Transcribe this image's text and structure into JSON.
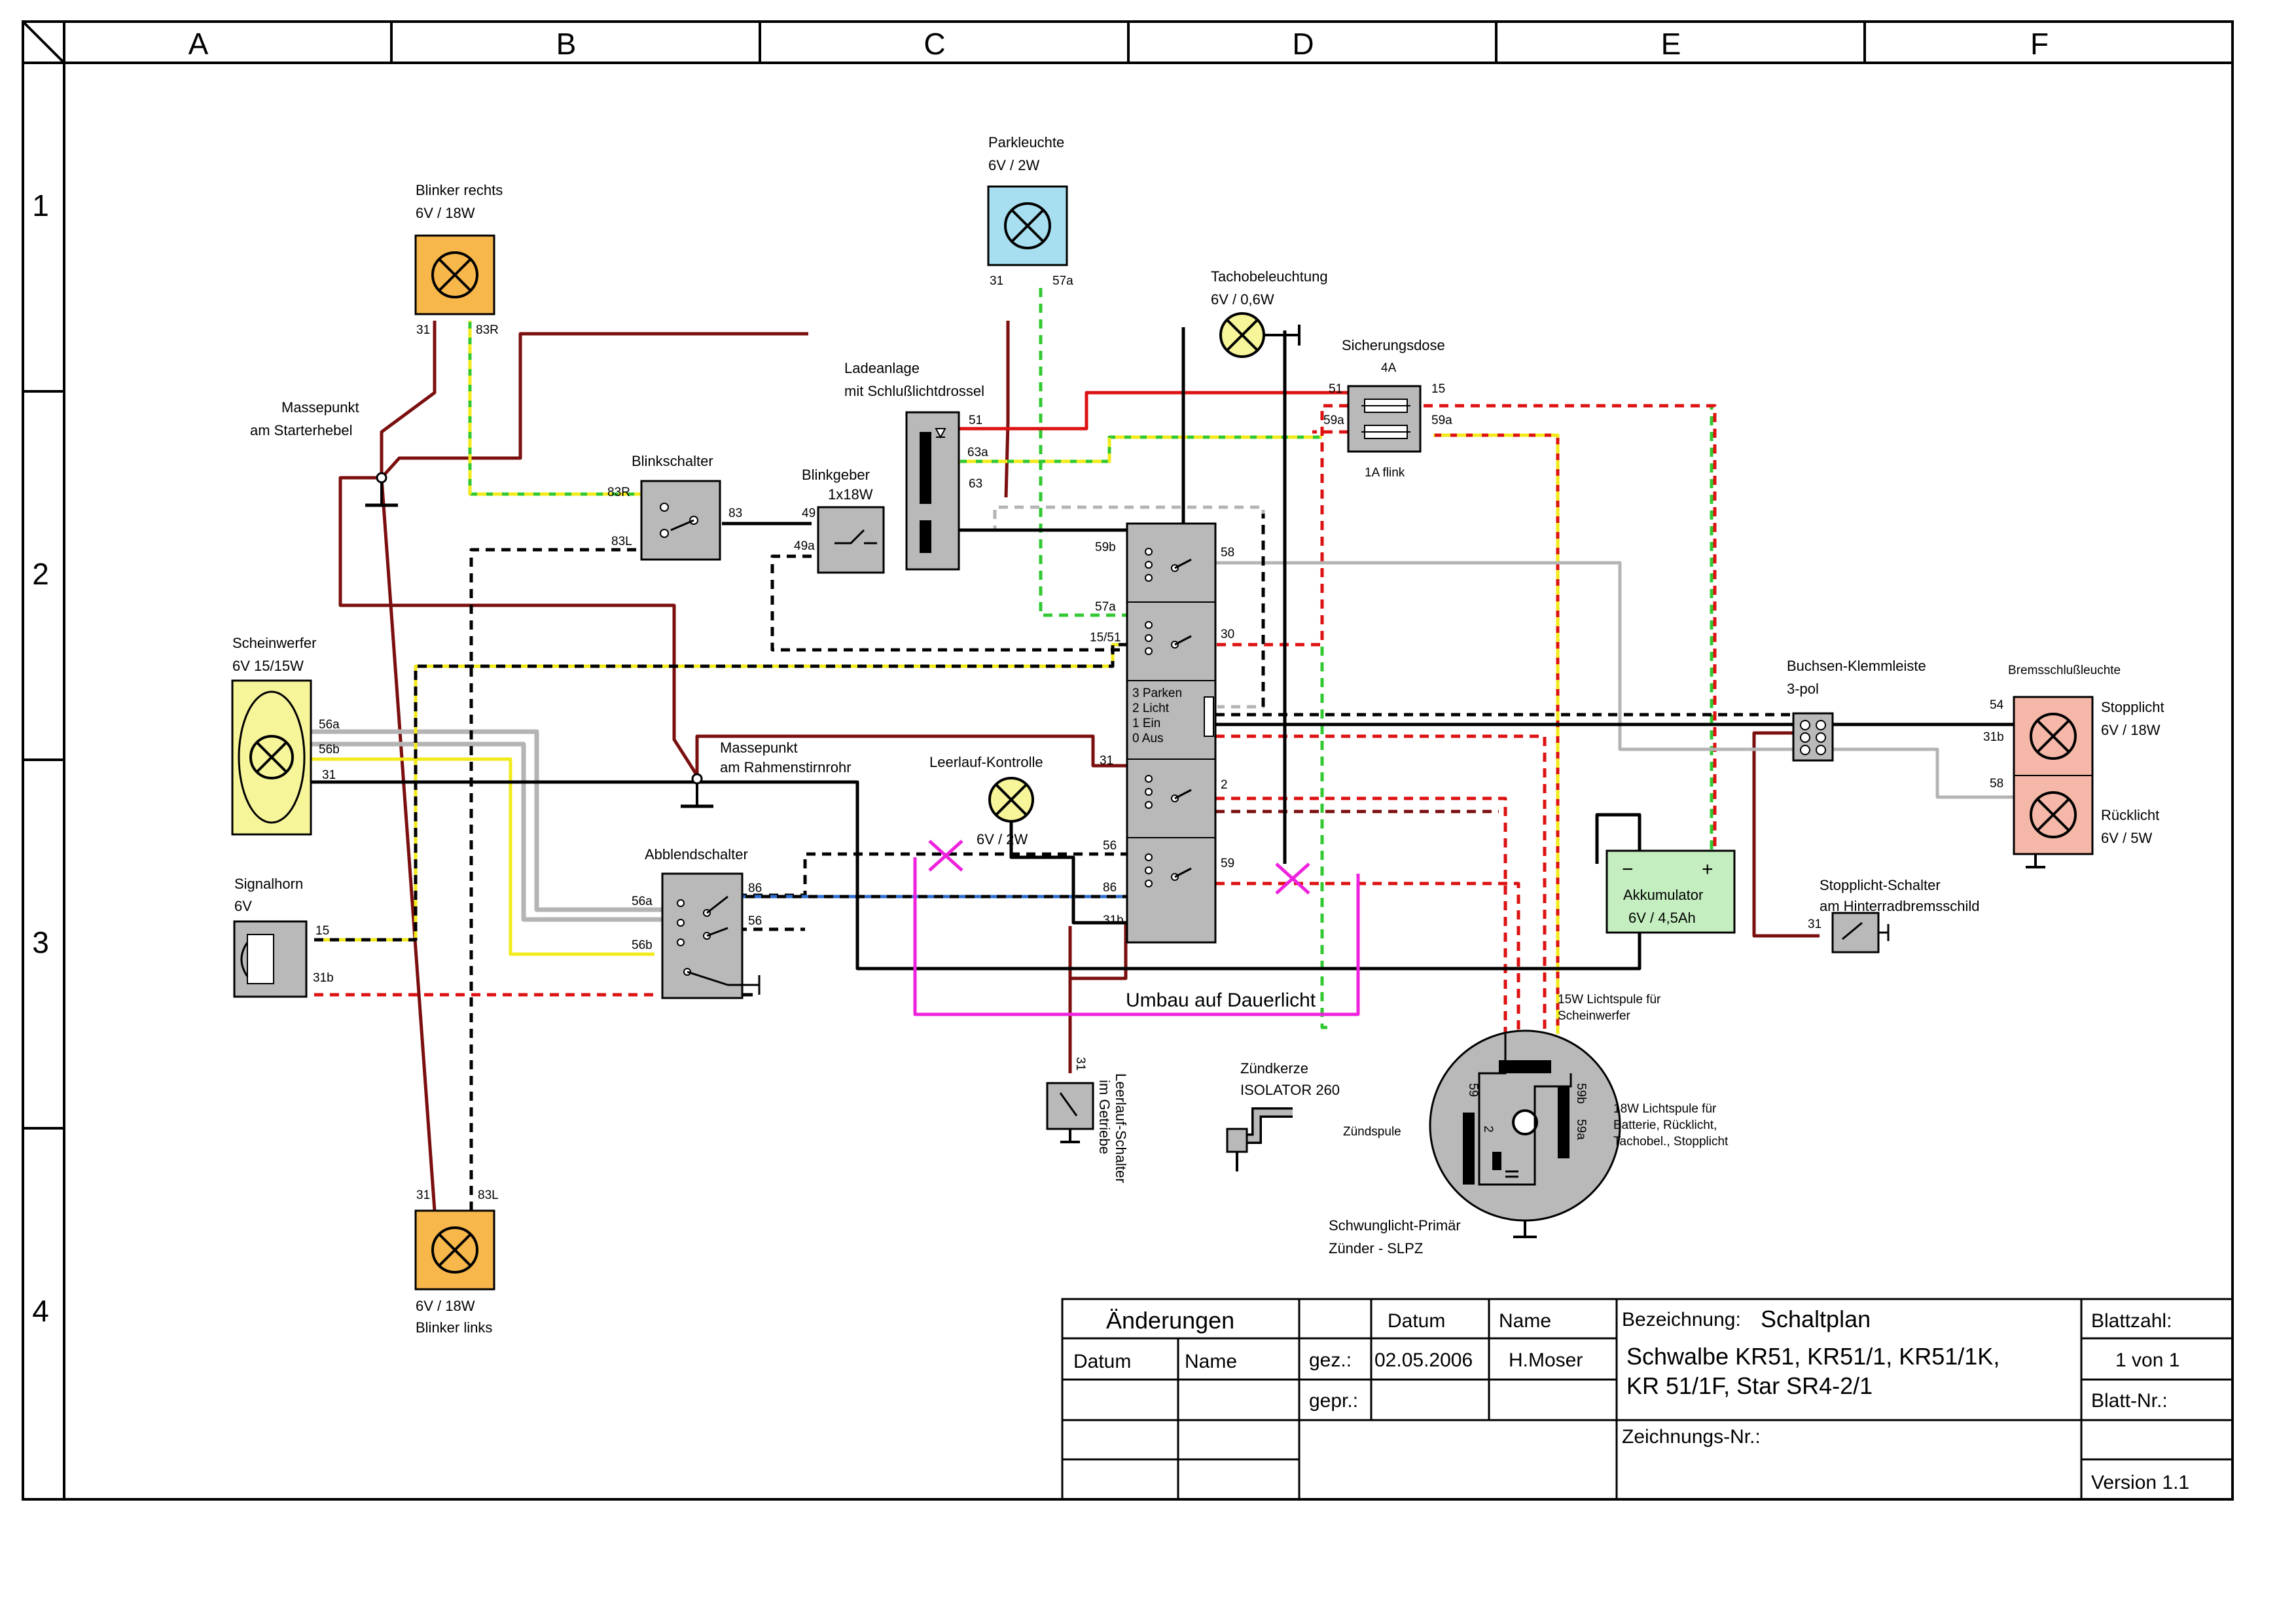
{
  "grid": {
    "columns": [
      "A",
      "B",
      "C",
      "D",
      "E",
      "F"
    ],
    "rows": [
      "1",
      "2",
      "3",
      "4"
    ]
  },
  "components": {
    "blinker_rechts": {
      "name": "Blinker rechts",
      "rating": "6V / 18W",
      "pin_left": "31",
      "pin_right": "83R"
    },
    "blinker_links": {
      "name": "Blinker links",
      "rating": "6V / 18W",
      "pin_left": "31",
      "pin_right": "83L"
    },
    "massepunkt_starter": {
      "line1": "Massepunkt",
      "line2": "am Starterhebel"
    },
    "massepunkt_rahmen": {
      "line1": "Massepunkt",
      "line2": "am Rahmenstirnrohr"
    },
    "parkleuchte": {
      "name": "Parkleuchte",
      "rating": "6V / 2W",
      "pin_left": "31",
      "pin_right": "57a"
    },
    "tachobeleuchtung": {
      "name": "Tachobeleuchtung",
      "rating": "6V / 0,6W"
    },
    "sicherungsdose": {
      "name": "Sicherungsdose",
      "rating_top": "4A",
      "rating_bottom": "1A flink",
      "pin_51": "51",
      "pin_15": "15",
      "pin_59a_l": "59a",
      "pin_59a_r": "59a"
    },
    "ladeanlage": {
      "line1": "Ladeanlage",
      "line2": "mit Schlußlichtdrossel",
      "pin_51": "51",
      "pin_63a": "63a",
      "pin_63": "63"
    },
    "blinkschalter": {
      "name": "Blinkschalter",
      "pin_83r": "83R",
      "pin_83l": "83L",
      "pin_83": "83"
    },
    "blinkgeber": {
      "name": "Blinkgeber",
      "rating": "1x18W",
      "pin_49": "49",
      "pin_49a": "49a"
    },
    "zuendschloss": {
      "pin_59b": "59b",
      "pin_58": "58",
      "pin_57a": "57a",
      "pin_1551": "15/51",
      "pin_30": "30",
      "pin_31": "31",
      "pin_2": "2",
      "pin_56": "56",
      "pin_86": "86",
      "pin_59": "59",
      "pin_31b": "31b",
      "positions": [
        "3 Parken",
        "2 Licht",
        "1 Ein",
        "0 Aus"
      ]
    },
    "scheinwerfer": {
      "name": "Scheinwerfer",
      "rating": "6V 15/15W",
      "pin_56a": "56a",
      "pin_56b": "56b",
      "pin_31": "31"
    },
    "signalhorn": {
      "name": "Signalhorn",
      "rating": "6V",
      "pin_15": "15",
      "pin_31b": "31b"
    },
    "abblendschalter": {
      "name": "Abblendschalter",
      "pin_56a": "56a",
      "pin_56b": "56b",
      "pin_86": "86",
      "pin_56": "56"
    },
    "leerlauf_kontrolle": {
      "name": "Leerlauf-Kontrolle",
      "rating": "6V / 2W"
    },
    "leerlauf_schalter": {
      "line1": "Leerlauf-Schalter",
      "line2": "im Getriebe",
      "pin": "31"
    },
    "umbau": {
      "label": "Umbau auf Dauerlicht"
    },
    "akkumulator": {
      "name": "Akkumulator",
      "rating": "6V / 4,5Ah",
      "minus": "−",
      "plus": "+"
    },
    "klemmleiste": {
      "line1": "Buchsen-Klemmleiste",
      "line2": "3-pol"
    },
    "bremsschluss": {
      "name": "Bremsschlußleuchte",
      "stopp": "Stopplicht",
      "stopp_rating": "6V / 18W",
      "rueck": "Rücklicht",
      "rueck_rating": "6V / 5W",
      "pin_54": "54",
      "pin_31b": "31b",
      "pin_58": "58"
    },
    "stopplicht_schalter": {
      "line1": "Stopplicht-Schalter",
      "line2": "am Hinterradbremsschild",
      "pin": "31"
    },
    "zuendkerze": {
      "line1": "Zündkerze",
      "line2": "ISOLATOR 260"
    },
    "schwunglicht": {
      "line1": "Schwunglicht-Primär",
      "line2": "Zünder - SLPZ",
      "zuendspule": "Zündspule",
      "pin_59": "59",
      "pin_59b": "59b",
      "pin_59a": "59a",
      "pin_2": "2",
      "spule15_1": "15W Lichtspule für",
      "spule15_2": "Scheinwerfer",
      "spule18_1": "18W Lichtspule für",
      "spule18_2": "Batterie, Rücklicht,",
      "spule18_3": "Tachobel., Stopplicht"
    }
  },
  "title_block": {
    "aenderungen": "Änderungen",
    "datum_col": "Datum",
    "name_col": "Name",
    "datum_hdr": "Datum",
    "name_hdr": "Name",
    "gez": "gez.:",
    "gez_date": "02.05.2006",
    "gez_name": "H.Moser",
    "gepr": "gepr.:",
    "bezeichnung_label": "Bezeichnung:",
    "bezeichnung_value": "Schaltplan",
    "bez_line1": "Schwalbe KR51, KR51/1, KR51/1K,",
    "bez_line2": "KR 51/1F, Star SR4-2/1",
    "zeichnungsnr": "Zeichnungs-Nr.:",
    "blattzahl": "Blattzahl:",
    "blattzahl_value": "1 von 1",
    "blattnr": "Blatt-Nr.:",
    "version": "Version 1.1"
  },
  "colors": {
    "brown": "#7b0f0f",
    "red": "#dd1111",
    "green": "#32c832",
    "yellow": "#f2ea19",
    "grey": "#b4b4b4",
    "blue": "#2f6fd0",
    "magenta": "#ee22dd",
    "black": "#000000",
    "lamp_orange": "#f8b74b",
    "lamp_blue": "#a7dff0",
    "lamp_yellow": "#f7f59a",
    "lamp_pink": "#f5b8a8",
    "battery_green": "#c4eec0",
    "switch_grey": "#b9b9b9"
  }
}
